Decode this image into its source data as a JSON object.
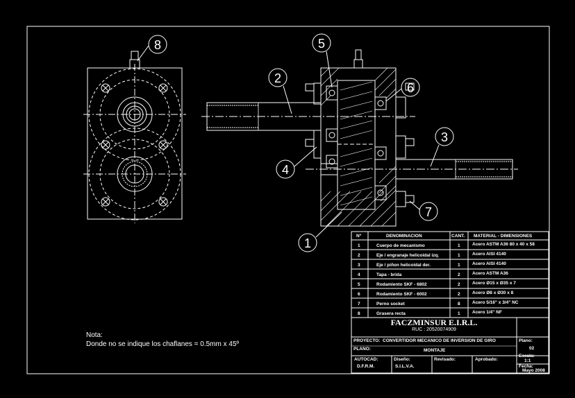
{
  "balloons": [
    "8",
    "5",
    "2",
    "6",
    "3",
    "4",
    "7",
    "1"
  ],
  "parts_table": {
    "headers": {
      "num": "Nº",
      "name": "DENOMINACION",
      "qty": "CANT.",
      "material": "MATERIAL - DIMENSIONES"
    },
    "rows": [
      {
        "num": "1",
        "name": "Cuerpo de mecanismo",
        "qty": "1",
        "material": "Acero ASTM A36  80 x 40 x 58"
      },
      {
        "num": "2",
        "name": "Eje / engranaje helicoidal izq.",
        "qty": "1",
        "material": "Acero AISI 4140"
      },
      {
        "num": "3",
        "name": "Eje / piñon helicoidal der.",
        "qty": "1",
        "material": "Acero AISI 4140"
      },
      {
        "num": "4",
        "name": "Tapa - brida",
        "qty": "2",
        "material": "Acero ASTM A36"
      },
      {
        "num": "5",
        "name": "Rodamiento SKF - 6802",
        "qty": "2",
        "material": "Acero  Ø15 x Ø35 x 7"
      },
      {
        "num": "6",
        "name": "Rodamiento SKF - 6002",
        "qty": "2",
        "material": "Acero  Ø8 x Ø30 x 8"
      },
      {
        "num": "7",
        "name": "Perno socket",
        "qty": "8",
        "material": "Acero  5/16\" x 3/4\" NC"
      },
      {
        "num": "8",
        "name": "Grasera recta",
        "qty": "1",
        "material": "Acero  1/4\" NF"
      }
    ]
  },
  "title_block": {
    "company": "FACZMINSUR  E.I.R.L.",
    "ruc": "RUC : 20520074909",
    "proyecto_label": "PROYECTO:",
    "proyecto_value": "CONVERTIDOR MECANICO DE INVERSION DE GIRO",
    "plano_label": "PLANO:",
    "plano_value": "MONTAJE",
    "plano_num_label": "Plano:",
    "plano_num_value": "02",
    "autocad_label": "AUTOCAD:",
    "autocad_value": "D.F.R.M.",
    "diseno_label": "Diseño:",
    "diseno_value": "S.I.L.V.A.",
    "revisado_label": "Revisado:",
    "aprobado_label": "Aprobado:",
    "escala_label": "Escala:",
    "escala_value": "1:1",
    "fecha_label": "Fecha:",
    "fecha_value": "Mayo 2008"
  },
  "note": {
    "title": "Nota:",
    "text": "Donde no se indique los  chaflanes = 0.5mm x 45º"
  },
  "colors": {
    "background": "#000000",
    "lines": "#ffffff"
  }
}
